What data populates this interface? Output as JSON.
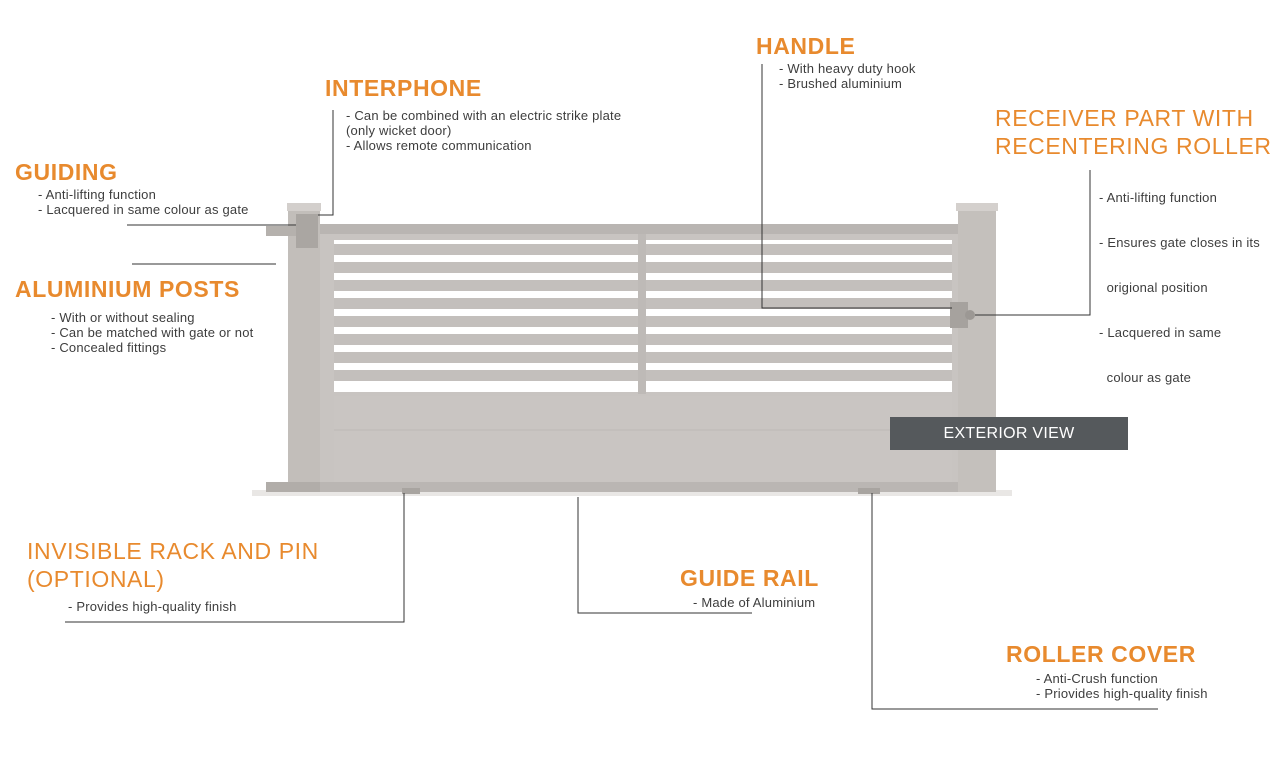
{
  "colors": {
    "title": "#e88a2e",
    "text": "#3d3d3d",
    "gate": "#c8c4c1",
    "badge": "#55595c",
    "line": "#333333"
  },
  "callouts": {
    "guiding": {
      "title": "GUIDING",
      "lines": [
        "- Anti-lifting function",
        "- Lacquered in same colour as gate"
      ]
    },
    "interphone": {
      "title": "INTERPHONE",
      "lines": [
        "- Can be combined with an electric strike plate",
        "(only wicket door)",
        "- Allows remote communication"
      ]
    },
    "handle": {
      "title": "HANDLE",
      "lines": [
        "- With heavy duty hook",
        "- Brushed aluminium"
      ]
    },
    "receiver": {
      "title_line1": "RECEIVER PART WITH",
      "title_line2": "RECENTERING ROLLER",
      "lines": [
        "- Anti-lifting function",
        "- Ensures gate closes in its",
        "  origional position",
        "- Lacquered in same",
        "  colour as gate"
      ]
    },
    "posts": {
      "title": "ALUMINIUM POSTS",
      "lines": [
        "- With or without sealing",
        "- Can be matched with gate or not",
        "- Concealed fittings"
      ]
    },
    "rack": {
      "title_line1": "INVISIBLE RACK AND PIN",
      "title_line2": "(OPTIONAL)",
      "lines": [
        "- Provides high-quality finish"
      ]
    },
    "rail": {
      "title": "GUIDE RAIL",
      "lines": [
        "- Made of Aluminium"
      ]
    },
    "roller": {
      "title": "ROLLER COVER",
      "lines": [
        "- Anti-Crush function",
        "- Priovides high-quality finish"
      ]
    }
  },
  "badge": {
    "label": "EXTERIOR VIEW"
  }
}
